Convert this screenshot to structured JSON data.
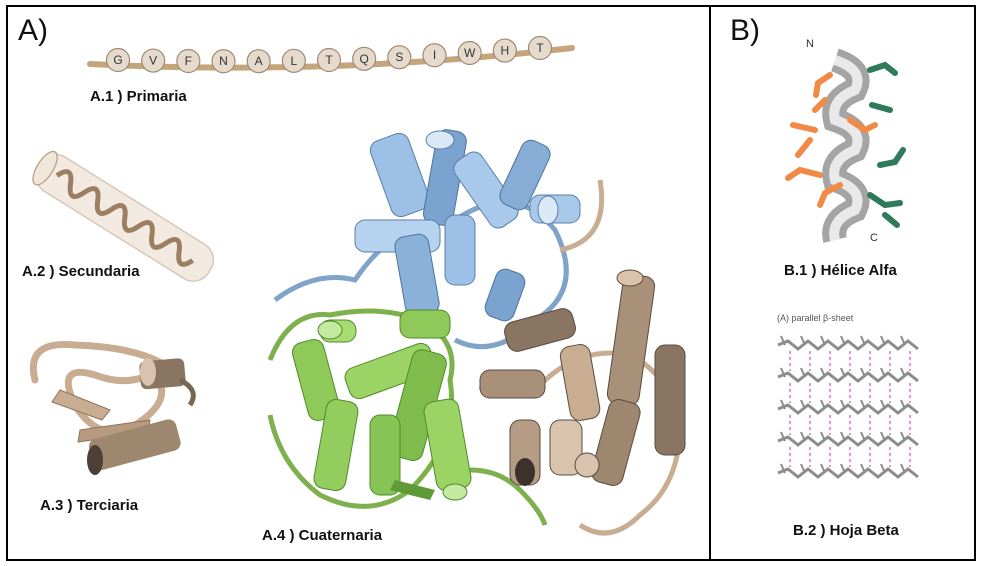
{
  "panel_a": {
    "letter": "A)",
    "primary": {
      "caption": "A.1 ) Primaria",
      "residues": [
        "G",
        "V",
        "F",
        "N",
        "A",
        "L",
        "T",
        "Q",
        "S",
        "I",
        "W",
        "H",
        "T"
      ]
    },
    "secondary": {
      "caption": "A.2 ) Secundaria"
    },
    "tertiary": {
      "caption": "A.3 ) Terciaria"
    },
    "quaternary": {
      "caption": "A.4 ) Cuaternaria"
    }
  },
  "panel_b": {
    "letter": "B)",
    "helix": {
      "caption": "B.1 ) Hélice Alfa",
      "n_label": "N",
      "c_label": "C"
    },
    "sheet": {
      "caption": "B.2 ) Hoja Beta",
      "inset_label": "(A) parallel β-sheet"
    }
  },
  "colors": {
    "bead_fill": "#e6dacc",
    "chain": "#c4a57c",
    "tan": "#c9ad92",
    "blue": "#8fb4dc",
    "green": "#86bf4e",
    "helix_gray": "#9a9a9a",
    "orange": "#f08a44",
    "teal": "#2f7a5a",
    "pink": "#e070d0"
  }
}
